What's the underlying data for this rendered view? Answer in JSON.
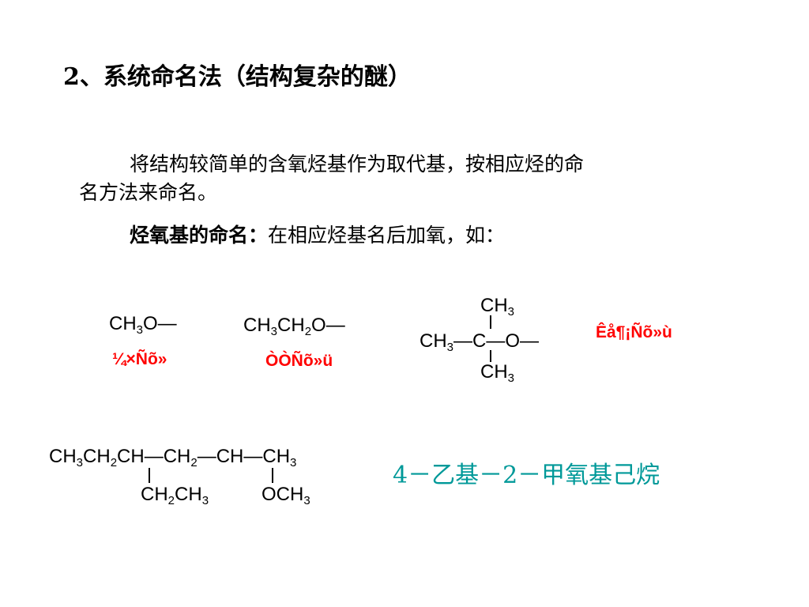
{
  "title": "2、系统命名法（结构复杂的醚）",
  "paragraph": {
    "line1": "将结构较简单的含氧烃基作为取代基，按相应烃的命",
    "line2": "名方法来命名。",
    "line3_bold": "烃氧基的命名：",
    "line3_rest": "在相应烃基名后加氧，如："
  },
  "examples": [
    {
      "formula": {
        "a": "CH",
        "a_sub": "3",
        "b": "O—"
      },
      "name": "¼×Ñõ»"
    },
    {
      "formula": {
        "a": "CH",
        "a_sub": "3",
        "b": "CH",
        "b_sub": "2",
        "c": "O—"
      },
      "name": "ÒÒÑõ»ü"
    },
    {
      "formula": {
        "top": "CH",
        "top_sub": "3",
        "left": "CH",
        "left_sub": "3",
        "center": "—C—O—",
        "bottom": "CH",
        "bottom_sub": "3"
      },
      "name": "Êå¶¡Ñõ»ù"
    }
  ],
  "big_formula": {
    "main": [
      "CH",
      "3",
      "CH",
      "2",
      "CH—CH",
      "2",
      "—CH—CH",
      "3"
    ],
    "branch1": [
      "CH",
      "2",
      "CH",
      "3"
    ],
    "branch2": [
      "OCH",
      "3"
    ]
  },
  "big_name": "4－乙基－2－甲氧基己烷",
  "colors": {
    "red": "#ff0000",
    "teal": "#009999"
  }
}
